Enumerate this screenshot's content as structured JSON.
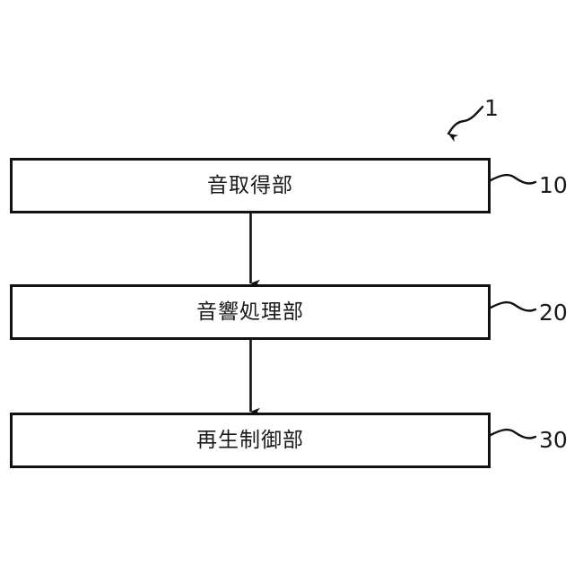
{
  "figure": {
    "type": "patent-block-diagram",
    "background_color": "#ffffff",
    "line_color": "#111111",
    "system_reference": "1",
    "blocks": [
      {
        "label": "音取得部",
        "reference": "10"
      },
      {
        "label": "音響処理部",
        "reference": "20"
      },
      {
        "label": "再生制御部",
        "reference": "30"
      }
    ],
    "connectors": [
      {
        "from": "音取得部",
        "to": "音響処理部",
        "style": "solid-arrow-down"
      },
      {
        "from": "音響処理部",
        "to": "再生制御部",
        "style": "solid-arrow-down"
      }
    ],
    "leader_lines": [
      {
        "target": "音取得部",
        "reference": "10",
        "style": "wavy"
      },
      {
        "target": "音響処理部",
        "reference": "20",
        "style": "wavy"
      },
      {
        "target": "再生制御部",
        "reference": "30",
        "style": "wavy"
      },
      {
        "target": "system",
        "reference": "1",
        "style": "wavy-arrow"
      }
    ]
  }
}
